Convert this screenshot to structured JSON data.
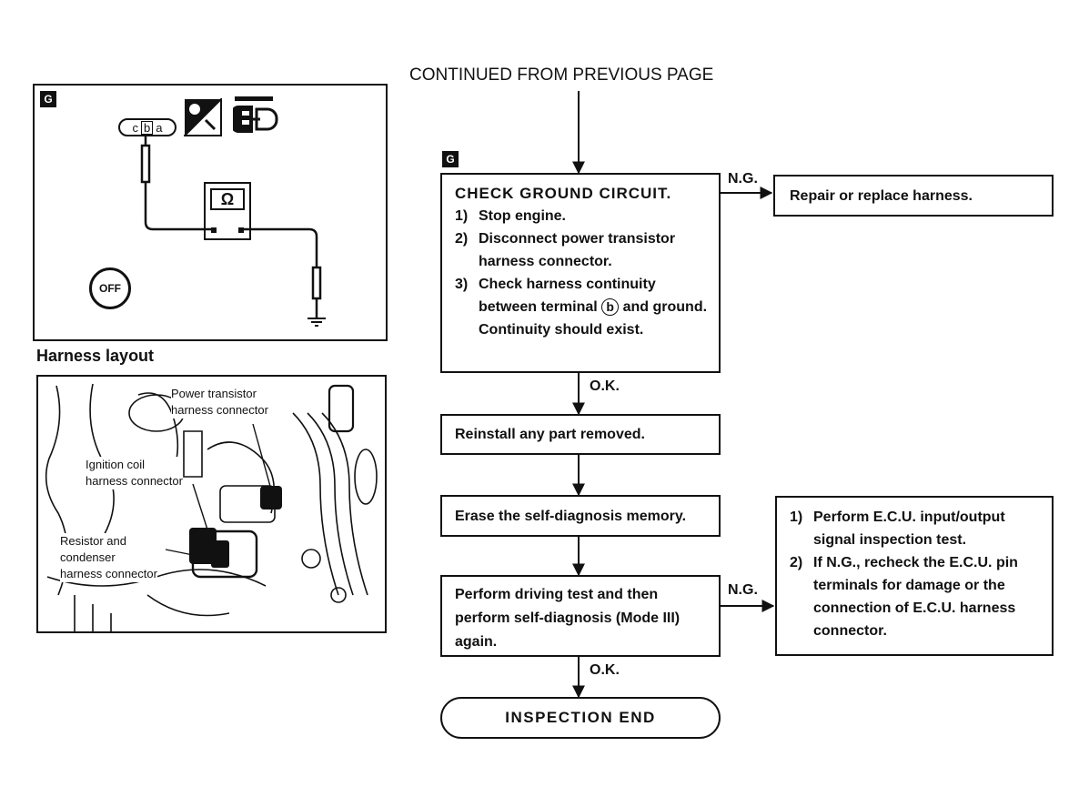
{
  "header": {
    "continued": "CONTINUED FROM PREVIOUS PAGE"
  },
  "step": {
    "tag": "G",
    "title": "CHECK GROUND CIRCUIT.",
    "items": [
      {
        "num": "1)",
        "text": "Stop engine."
      },
      {
        "num": "2)",
        "text": "Disconnect power transistor harness connector."
      },
      {
        "num": "3)",
        "text_before": "Check harness continuity between terminal",
        "terminal": "b",
        "text_after": "and ground."
      }
    ],
    "note": "Continuity should exist."
  },
  "ng_label_1": "N.G.",
  "repair_box": "Repair or replace harness.",
  "ok_label_1": "O.K.",
  "reinstall_box": "Reinstall any part removed.",
  "erase_box": "Erase the self-diagnosis memory.",
  "driving_box": "Perform driving test and then perform self-diagnosis (Mode III) again.",
  "ng_label_2": "N.G.",
  "ecu_box": {
    "items": [
      {
        "num": "1)",
        "text": "Perform E.C.U. input/output signal inspection test."
      },
      {
        "num": "2)",
        "text": "If N.G., recheck the E.C.U. pin terminals for damage or the connection of E.C.U. harness connector."
      }
    ]
  },
  "ok_label_2": "O.K.",
  "end_box": "INSPECTION END",
  "circuit_diagram": {
    "tag": "G",
    "connector_pins": [
      "c",
      "b",
      "a"
    ],
    "meter_symbol": "Ω",
    "ignition_key": "OFF",
    "icons": [
      "disconnect-icon",
      "connector-icon",
      "ground-icon"
    ]
  },
  "harness": {
    "title": "Harness layout",
    "labels": {
      "power_transistor": [
        "Power transistor",
        "harness connector"
      ],
      "ignition_coil": [
        "Ignition coil",
        "harness connector"
      ],
      "resistor": [
        "Resistor and",
        "condenser",
        "harness connector"
      ]
    }
  }
}
